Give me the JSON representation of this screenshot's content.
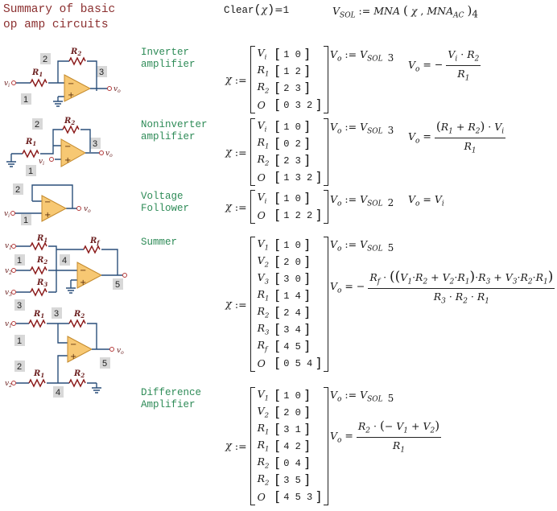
{
  "title": {
    "line1": "Summary of basic",
    "line2": "op amp circuits"
  },
  "header": {
    "clear_fn": "Clear",
    "clear_arg": "χ",
    "clear_rhs": "1",
    "vsol_lhs": "V",
    "vsol_sub": "SOL",
    "assign": ":=",
    "mna_fn": "MNA",
    "mna_arg1": "χ",
    "mna_arg2": "MNA",
    "mna_arg2_sub": "AC",
    "mna_index": "4"
  },
  "sections": [
    {
      "label_lines": [
        "Inverter",
        "amplifier"
      ],
      "rows": [
        {
          "name": "V",
          "sub": "i",
          "vec": "1 0"
        },
        {
          "name": "R",
          "sub": "1",
          "vec": "1 2"
        },
        {
          "name": "R",
          "sub": "2",
          "vec": "2 3"
        },
        {
          "name": "O",
          "sub": "",
          "vec": "0 3 2"
        }
      ],
      "vsol_index": "3",
      "formula": "inverter"
    },
    {
      "label_lines": [
        "Noninverter",
        "amplifier"
      ],
      "rows": [
        {
          "name": "V",
          "sub": "i",
          "vec": "1 0"
        },
        {
          "name": "R",
          "sub": "1",
          "vec": "0 2"
        },
        {
          "name": "R",
          "sub": "2",
          "vec": "2 3"
        },
        {
          "name": "O",
          "sub": "",
          "vec": "1 3 2"
        }
      ],
      "vsol_index": "3",
      "formula": "noninverter"
    },
    {
      "label_lines": [
        "Voltage",
        "Follower"
      ],
      "rows": [
        {
          "name": "V",
          "sub": "i",
          "vec": "1 0"
        },
        {
          "name": "O",
          "sub": "",
          "vec": "1 2 2"
        }
      ],
      "vsol_index": "2",
      "formula": "follower"
    },
    {
      "label_lines": [
        "Summer"
      ],
      "rows": [
        {
          "name": "V",
          "sub": "1",
          "vec": "1 0"
        },
        {
          "name": "V",
          "sub": "2",
          "vec": "2 0"
        },
        {
          "name": "V",
          "sub": "3",
          "vec": "3 0"
        },
        {
          "name": "R",
          "sub": "1",
          "vec": "1 4"
        },
        {
          "name": "R",
          "sub": "2",
          "vec": "2 4"
        },
        {
          "name": "R",
          "sub": "3",
          "vec": "3 4"
        },
        {
          "name": "R",
          "sub": "f",
          "vec": "4 5"
        },
        {
          "name": "O",
          "sub": "",
          "vec": "0 5 4"
        }
      ],
      "vsol_index": "5",
      "formula": "summer"
    },
    {
      "label_lines": [
        "Difference",
        "Amplifier"
      ],
      "rows": [
        {
          "name": "V",
          "sub": "1",
          "vec": "1 0"
        },
        {
          "name": "V",
          "sub": "2",
          "vec": "2 0"
        },
        {
          "name": "R",
          "sub": "1",
          "vec": "3 1"
        },
        {
          "name": "R",
          "sub": "1",
          "vec": "4 2"
        },
        {
          "name": "R",
          "sub": "2",
          "vec": "0 4"
        },
        {
          "name": "R",
          "sub": "2",
          "vec": "3 5"
        },
        {
          "name": "O",
          "sub": "",
          "vec": "4 5 3"
        }
      ],
      "vsol_index": "5",
      "formula": "difference"
    }
  ],
  "symbols": {
    "chi": "χ",
    "vo": "V",
    "vo_sub": "o",
    "vsol": "V",
    "vsol_sub": "SOL"
  },
  "circuit_labels": {
    "r1": "R",
    "r1_sub": "1",
    "r2": "R",
    "r2_sub": "2",
    "r3": "R",
    "r3_sub": "3",
    "rf": "R",
    "rf_sub": "f",
    "vi": "v",
    "vi_sub": "i",
    "vo": "v",
    "vo_sub": "o",
    "v1": "v",
    "v1_sub": "1",
    "v2": "v",
    "v2_sub": "2",
    "v3": "v",
    "v3_sub": "3",
    "plus": "+",
    "minus": "−",
    "node_1": "1",
    "node_2": "2",
    "node_3": "3",
    "node_4": "4",
    "node_5": "5"
  },
  "colors": {
    "title": "#8b2f2f",
    "label": "#2e8b57",
    "wire": "#2a4f7a",
    "resistor": "#8b1a1a",
    "amp_fill": "#f7c873",
    "node_box": "#d8d8d8"
  }
}
